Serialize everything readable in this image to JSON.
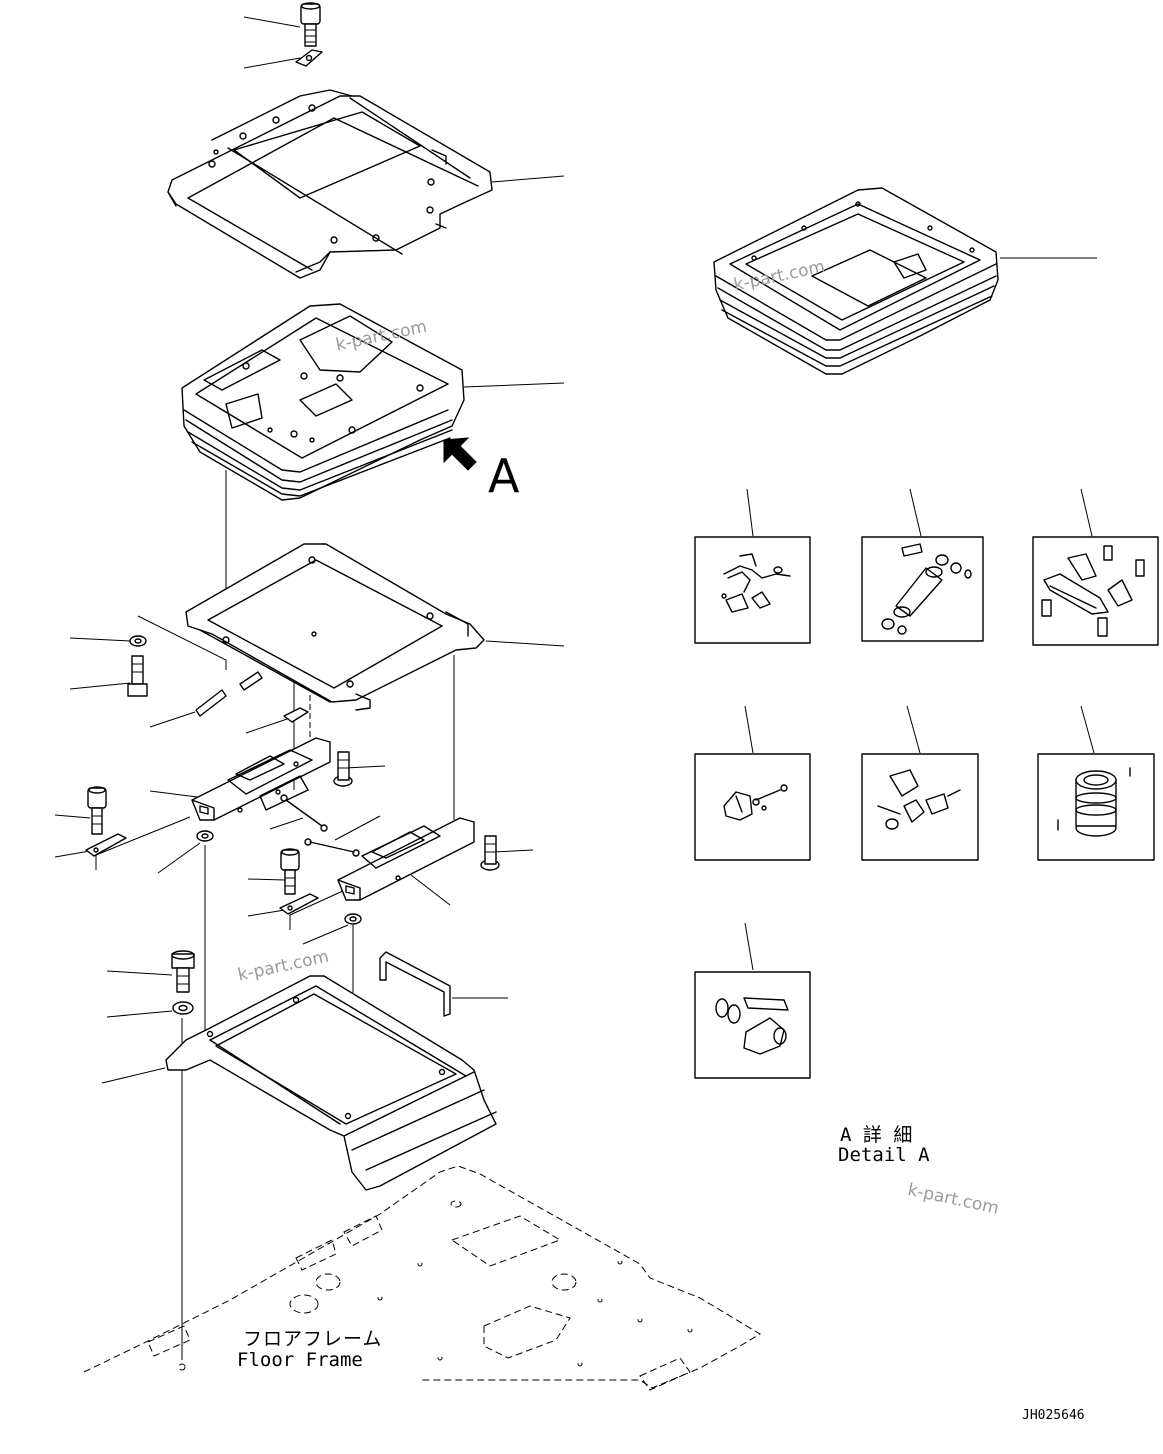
{
  "view_label": "A",
  "detail_label_jp": "A 詳 細",
  "detail_label_en": "Detail A",
  "floor_frame_jp": "フロアフレーム",
  "floor_frame_en": "Floor Frame",
  "drawing_number": "JH025646",
  "watermark": "k-part.com"
}
